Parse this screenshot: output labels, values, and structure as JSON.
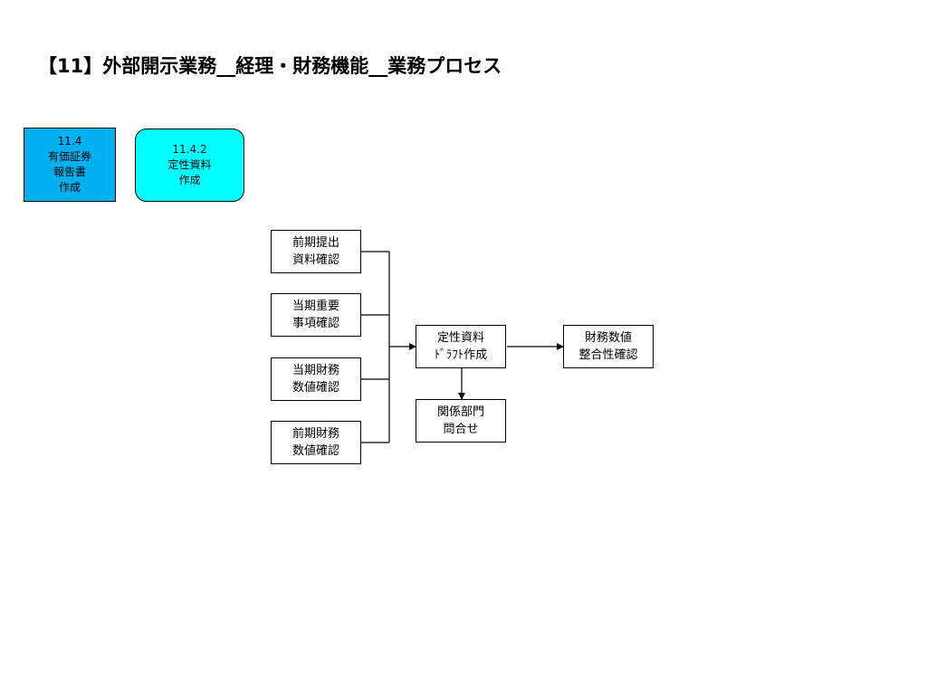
{
  "title": "【11】外部開示業務__経理・財務機能__業務プロセス",
  "parent_process": {
    "number": "11.4",
    "lines": [
      "有価証券",
      "報告書",
      "作成"
    ],
    "fill": "#00B0F0"
  },
  "child_process": {
    "number": "11.4.2",
    "lines": [
      "定性資料",
      "作成"
    ],
    "fill": "#00FFFF"
  },
  "steps": {
    "prior_docs": [
      "前期提出",
      "資料確認"
    ],
    "current_key": [
      "当期重要",
      "事項確認"
    ],
    "current_fin": [
      "当期財務",
      "数値確認"
    ],
    "prior_fin": [
      "前期財務",
      "数値確認"
    ],
    "draft": [
      "定性資料",
      "ﾄﾞﾗﾌﾄ作成"
    ],
    "consistency": [
      "財務数値",
      "整合性確認"
    ],
    "inquiry": [
      "関係部門",
      "問合せ"
    ]
  }
}
